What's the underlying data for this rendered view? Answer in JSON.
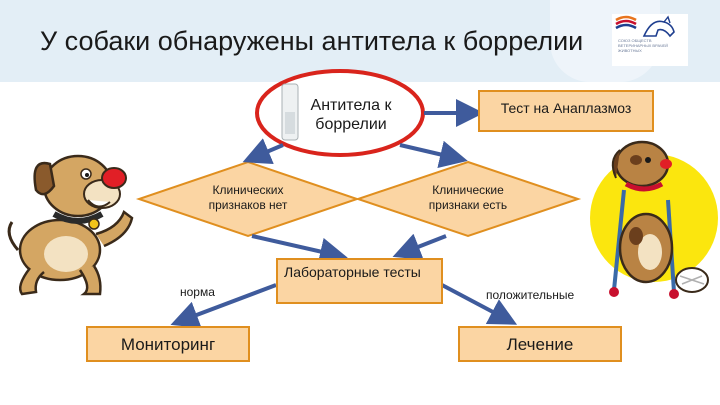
{
  "title": "У собаки обнаружены антитела к боррелии",
  "logo": {
    "text": "СОЮЗ ОБЩЕСТВ ВЕТЕРИНАРНЫХ ВРАЧЕЙ ЖИВОТНЫХ",
    "colors": [
      "#e8741e",
      "#c8102e",
      "#1f3f8f"
    ]
  },
  "nodes": {
    "antibodies": "Антитела к боррелии",
    "anaplasma_test": "Тест на Анаплазмоз",
    "no_signs": "Клинических признаков нет",
    "signs_present": "Клинические признаки есть",
    "lab_tests": "Лабораторные тесты",
    "monitoring": "Мониторинг",
    "treatment": "Лечение"
  },
  "edge_labels": {
    "normal": "норма",
    "positive": "положительные"
  },
  "colors": {
    "box_fill": "#fbd5a3",
    "box_border": "#e08f1f",
    "arrow": "#3f5b9c",
    "oval_border": "#d9241c",
    "header": "#e3eef6"
  },
  "illustrations": [
    "running-dog",
    "injured-dog-on-crutches"
  ]
}
